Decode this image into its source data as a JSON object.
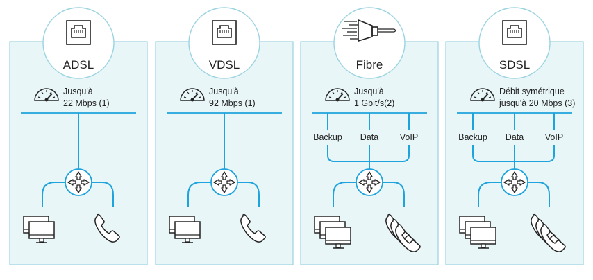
{
  "colors": {
    "panel_fill": "#e8f6f8",
    "panel_border": "#9bd3e0",
    "accent": "#1fa3dc",
    "icon_stroke": "#222222",
    "text": "#222222"
  },
  "panels": [
    {
      "id": "adsl",
      "title": "ADSL",
      "icon": "ethernet-port-icon",
      "speed_lines": [
        "Jusqu'à",
        "22 Mbps (1)"
      ],
      "channels": [],
      "devices": [
        "computer-stack-icon",
        "telephone-handset-icon"
      ],
      "stack": 2
    },
    {
      "id": "vdsl",
      "title": "VDSL",
      "icon": "ethernet-port-icon",
      "speed_lines": [
        "Jusqu'à",
        "92 Mbps (1)"
      ],
      "channels": [],
      "devices": [
        "computer-stack-icon",
        "telephone-handset-icon"
      ],
      "stack": 2
    },
    {
      "id": "fibre",
      "title": "Fibre",
      "icon": "fibre-optic-connector-icon",
      "speed_lines": [
        "Jusqu'à",
        "1 Gbit/s(2)"
      ],
      "channels": [
        "Backup",
        "Data",
        "VoIP"
      ],
      "devices": [
        "computer-stack-icon",
        "telephone-handset-icon"
      ],
      "stack": 3
    },
    {
      "id": "sdsl",
      "title": "SDSL",
      "icon": "ethernet-port-icon",
      "speed_lines": [
        "Débit symétrique",
        "jusqu'à 20 Mbps (3)"
      ],
      "channels": [
        "Backup",
        "Data",
        "VoIP"
      ],
      "devices": [
        "computer-stack-icon",
        "telephone-handset-icon"
      ],
      "stack": 3
    }
  ]
}
